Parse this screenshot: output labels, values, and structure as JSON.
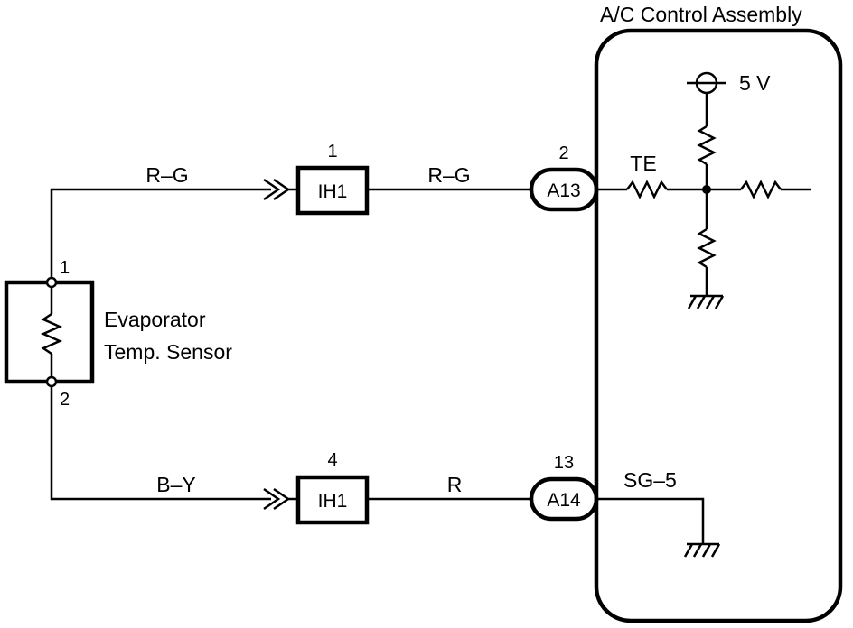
{
  "assembly": {
    "title": "A/C Control Assembly"
  },
  "sensor": {
    "line1": "Evaporator",
    "line2": "Temp. Sensor",
    "pin_top": "1",
    "pin_bottom": "2"
  },
  "top_circuit": {
    "wire_left": "R–G",
    "connector_pin": "1",
    "connector": "IH1",
    "wire_right": "R–G",
    "terminal_pin": "2",
    "terminal": "A13",
    "signal": "TE"
  },
  "bottom_circuit": {
    "wire_left": "B–Y",
    "connector_pin": "4",
    "connector": "IH1",
    "wire_right": "R",
    "terminal_pin": "13",
    "terminal": "A14",
    "signal": "SG–5"
  },
  "supply": {
    "voltage": "5 V"
  }
}
